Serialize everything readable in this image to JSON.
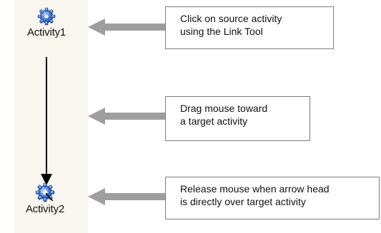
{
  "activities": [
    {
      "label": "Activity1"
    },
    {
      "label": "Activity2"
    }
  ],
  "callouts": [
    {
      "lines": [
        "Click on source activity",
        "using the Link Tool"
      ]
    },
    {
      "lines": [
        "Drag mouse toward",
        "a target activity"
      ]
    },
    {
      "lines": [
        "Release mouse when arrow head",
        "is directly over target activity"
      ]
    }
  ],
  "colors": {
    "canvas_background": "#f8f6ee",
    "activity_icon_blue": "#4a7fd6",
    "pointer_arrow_gray": "#9e9e9e",
    "callout_border": "#7c7c7c"
  },
  "icons": [
    "activity-gear-icon",
    "link-cursor-icon",
    "pointer-arrow-icon"
  ]
}
